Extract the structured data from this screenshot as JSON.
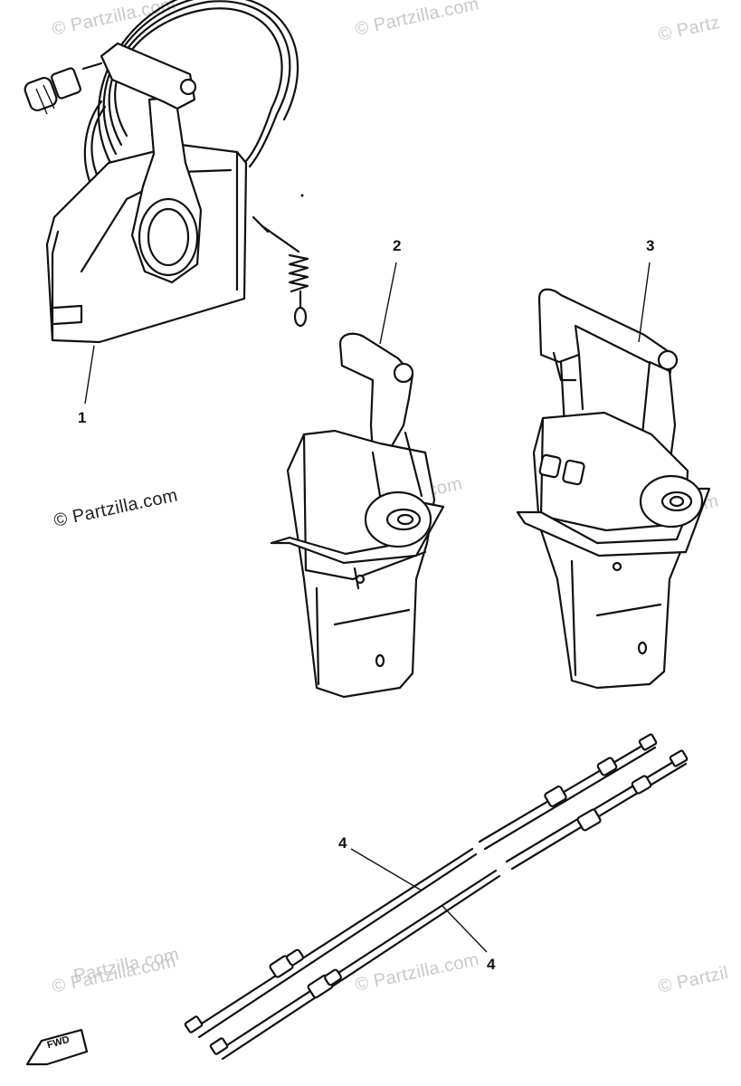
{
  "watermarks": [
    "© Partzilla.com",
    "© Partzilla.com",
    "© Partz",
    "© Partzilla.com",
    "Partzilla.com",
    "lla.com",
    "Partzilla.com",
    "© Partzilla.com",
    "© Partzilla.com",
    "© Partzil"
  ],
  "callouts": {
    "part1": "1",
    "part2": "2",
    "part3": "3",
    "part4a": "4",
    "part4b": "4"
  },
  "fwd_tag": "FWD"
}
